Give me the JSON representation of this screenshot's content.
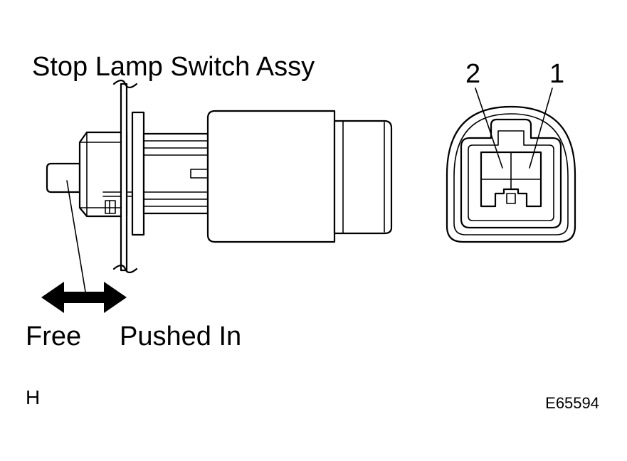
{
  "labels": {
    "title": "Stop Lamp Switch Assy",
    "terminal_2": "2",
    "terminal_1": "1",
    "free": "Free",
    "pushed_in": "Pushed In",
    "corner_code": "H",
    "figure_id": "E65594"
  },
  "colors": {
    "line": "#000000",
    "background": "#ffffff"
  }
}
